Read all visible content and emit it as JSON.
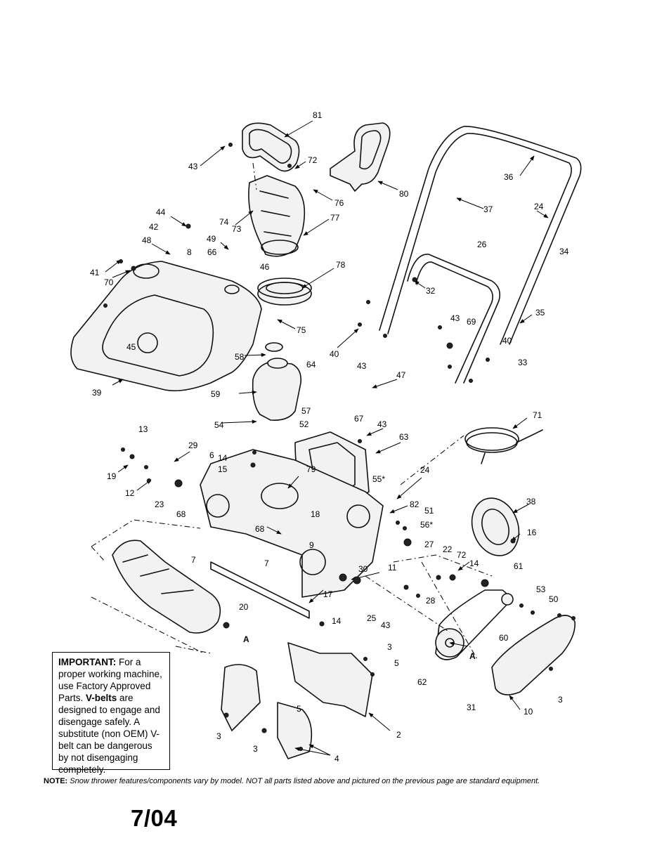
{
  "callouts": [
    "81",
    "43",
    "72",
    "80",
    "76",
    "36",
    "74",
    "73",
    "77",
    "44",
    "42",
    "37",
    "24",
    "49",
    "48",
    "8",
    "66",
    "26",
    "34",
    "41",
    "70",
    "46",
    "78",
    "32",
    "75",
    "35",
    "43",
    "69",
    "40",
    "45",
    "58",
    "40",
    "33",
    "64",
    "47",
    "39",
    "59",
    "43",
    "57",
    "71",
    "54",
    "52",
    "67",
    "43",
    "13",
    "29",
    "14",
    "6",
    "63",
    "15",
    "24",
    "79",
    "55*",
    "19",
    "12",
    "23",
    "68",
    "38",
    "82",
    "51",
    "18",
    "56*",
    "16",
    "68",
    "9",
    "27",
    "7",
    "7",
    "22",
    "72",
    "61",
    "11",
    "14",
    "30",
    "53",
    "28",
    "50",
    "17",
    "25",
    "20",
    "43",
    "60",
    "14",
    "3",
    "5",
    "A",
    "A",
    "62",
    "31",
    "10",
    "3",
    "5",
    "3",
    "3",
    "2",
    "4"
  ],
  "notice": {
    "important_label": "IMPORTANT:",
    "important_text": " For a proper working machine, use Factory Approved Parts. ",
    "vbelt_label": "V-belts",
    "vbelt_text": " are designed to engage and disengage safely. A substitute (non OEM) V-belt can be dangerous by not disengaging completely."
  },
  "note": {
    "label": "NOTE:",
    "text": " Snow thrower features/components vary by model. NOT all parts listed above and pictured on the previous page are standard equipment."
  },
  "date_code": "7/04"
}
